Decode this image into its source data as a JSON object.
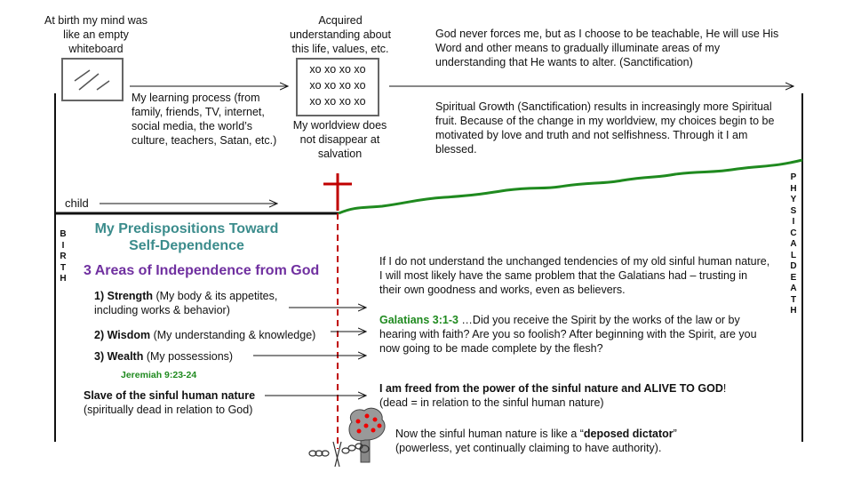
{
  "top": {
    "whiteboard_caption": "At birth my mind was like an empty whiteboard",
    "learning_process": "My learning process (from family, friends, TV, internet, social media, the world’s culture, teachers, Satan, etc.)",
    "acquired_caption": "Acquired understanding about this life, values, etc.",
    "xo_rows": [
      "xo xo xo xo",
      "xo xo xo xo",
      "xo xo xo xo"
    ],
    "worldview_note": "My worldview does not disappear at salvation",
    "sanctification_note": "God never forces me, but as I choose to be teachable, He will use His Word and other means to gradually illuminate areas of my understanding that  He wants to alter. (Sanctification)",
    "growth_note": "Spiritual Growth (Sanctification) results in increasingly more Spiritual fruit.  Because of the change in my worldview, my choices begin to be motivated by love and truth and not selfishness.  Through it I am blessed."
  },
  "timeline": {
    "child_label": "child",
    "birth_label": "BIRTH",
    "death_label": "PHYSICAL DEATH"
  },
  "left": {
    "title": "My Predispositions Toward Self-Dependence",
    "subtitle": "3 Areas of Independence from God",
    "items": [
      {
        "num": "1)",
        "bold": "Strength",
        "rest": " (My body & its appetites, including works & behavior)"
      },
      {
        "num": "2)",
        "bold": "Wisdom",
        "rest": " (My understanding & knowledge)"
      },
      {
        "num": "3)",
        "bold": "Wealth",
        "rest": "  (My possessions)"
      }
    ],
    "reference": "Jeremiah 9:23-24",
    "slave_bold": "Slave of the sinful human nature",
    "slave_note": "(spiritually dead in relation to God)"
  },
  "right": {
    "galatians_warning": "If I do not understand the unchanged tendencies of my old sinful human nature,  I will most likely have the same problem that the Galatians had – trusting  in their own goodness and works, even as believers.",
    "galatians_ref": "Galatians 3:1-3",
    "galatians_text": "  …Did you receive the Spirit by the works of the law or by hearing with faith?  Are you so foolish? After beginning with the Spirit, are you now going to be made complete by the flesh?",
    "freed_bold": "I am freed from the power of the sinful nature and ALIVE TO GOD",
    "freed_end": "!",
    "freed_note": "(dead = in relation to the sinful human nature)",
    "dictator_pre": "Now the sinful human nature is like a “",
    "dictator_bold": "deposed dictator",
    "dictator_post": "”",
    "dictator_note": "(powerless, yet continually claiming to have authority)."
  },
  "colors": {
    "cross": "#c00000",
    "growth_line": "#1f8a1f",
    "teal": "#3b8c8c",
    "purple": "#7030a0",
    "green_text": "#1f8a1f"
  }
}
